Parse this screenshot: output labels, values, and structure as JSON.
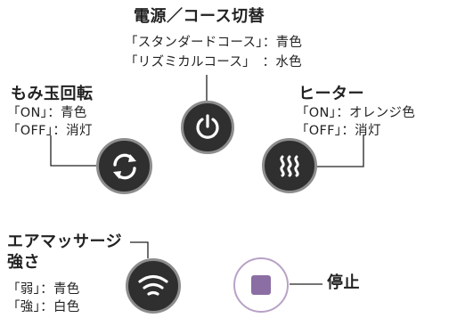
{
  "power": {
    "title": "電源／コース切替",
    "line1": "「スタンダードコース」：青色",
    "line2": "「リズミカルコース」　：水色",
    "icon": "power-icon"
  },
  "kneading": {
    "title": "もみ玉回転",
    "line1": "「ON」：青色",
    "line2": "「OFF」：消灯",
    "icon": "rotate-icon"
  },
  "heater": {
    "title": "ヒーター",
    "line1": "「ON」：オレンジ色",
    "line2": "「OFF」：消灯",
    "icon": "heat-icon"
  },
  "air": {
    "title1": "エアマッサージ",
    "title2": "強さ",
    "line1": "「弱」：青色",
    "line2": "「強」：白色",
    "icon": "air-wave-icon"
  },
  "stop": {
    "label": "停止",
    "icon": "stop-icon",
    "accent": "#8b6ea4"
  },
  "colors": {
    "button": "#2f2f2f",
    "ring": "#8d8d8d",
    "line": "#222222"
  }
}
